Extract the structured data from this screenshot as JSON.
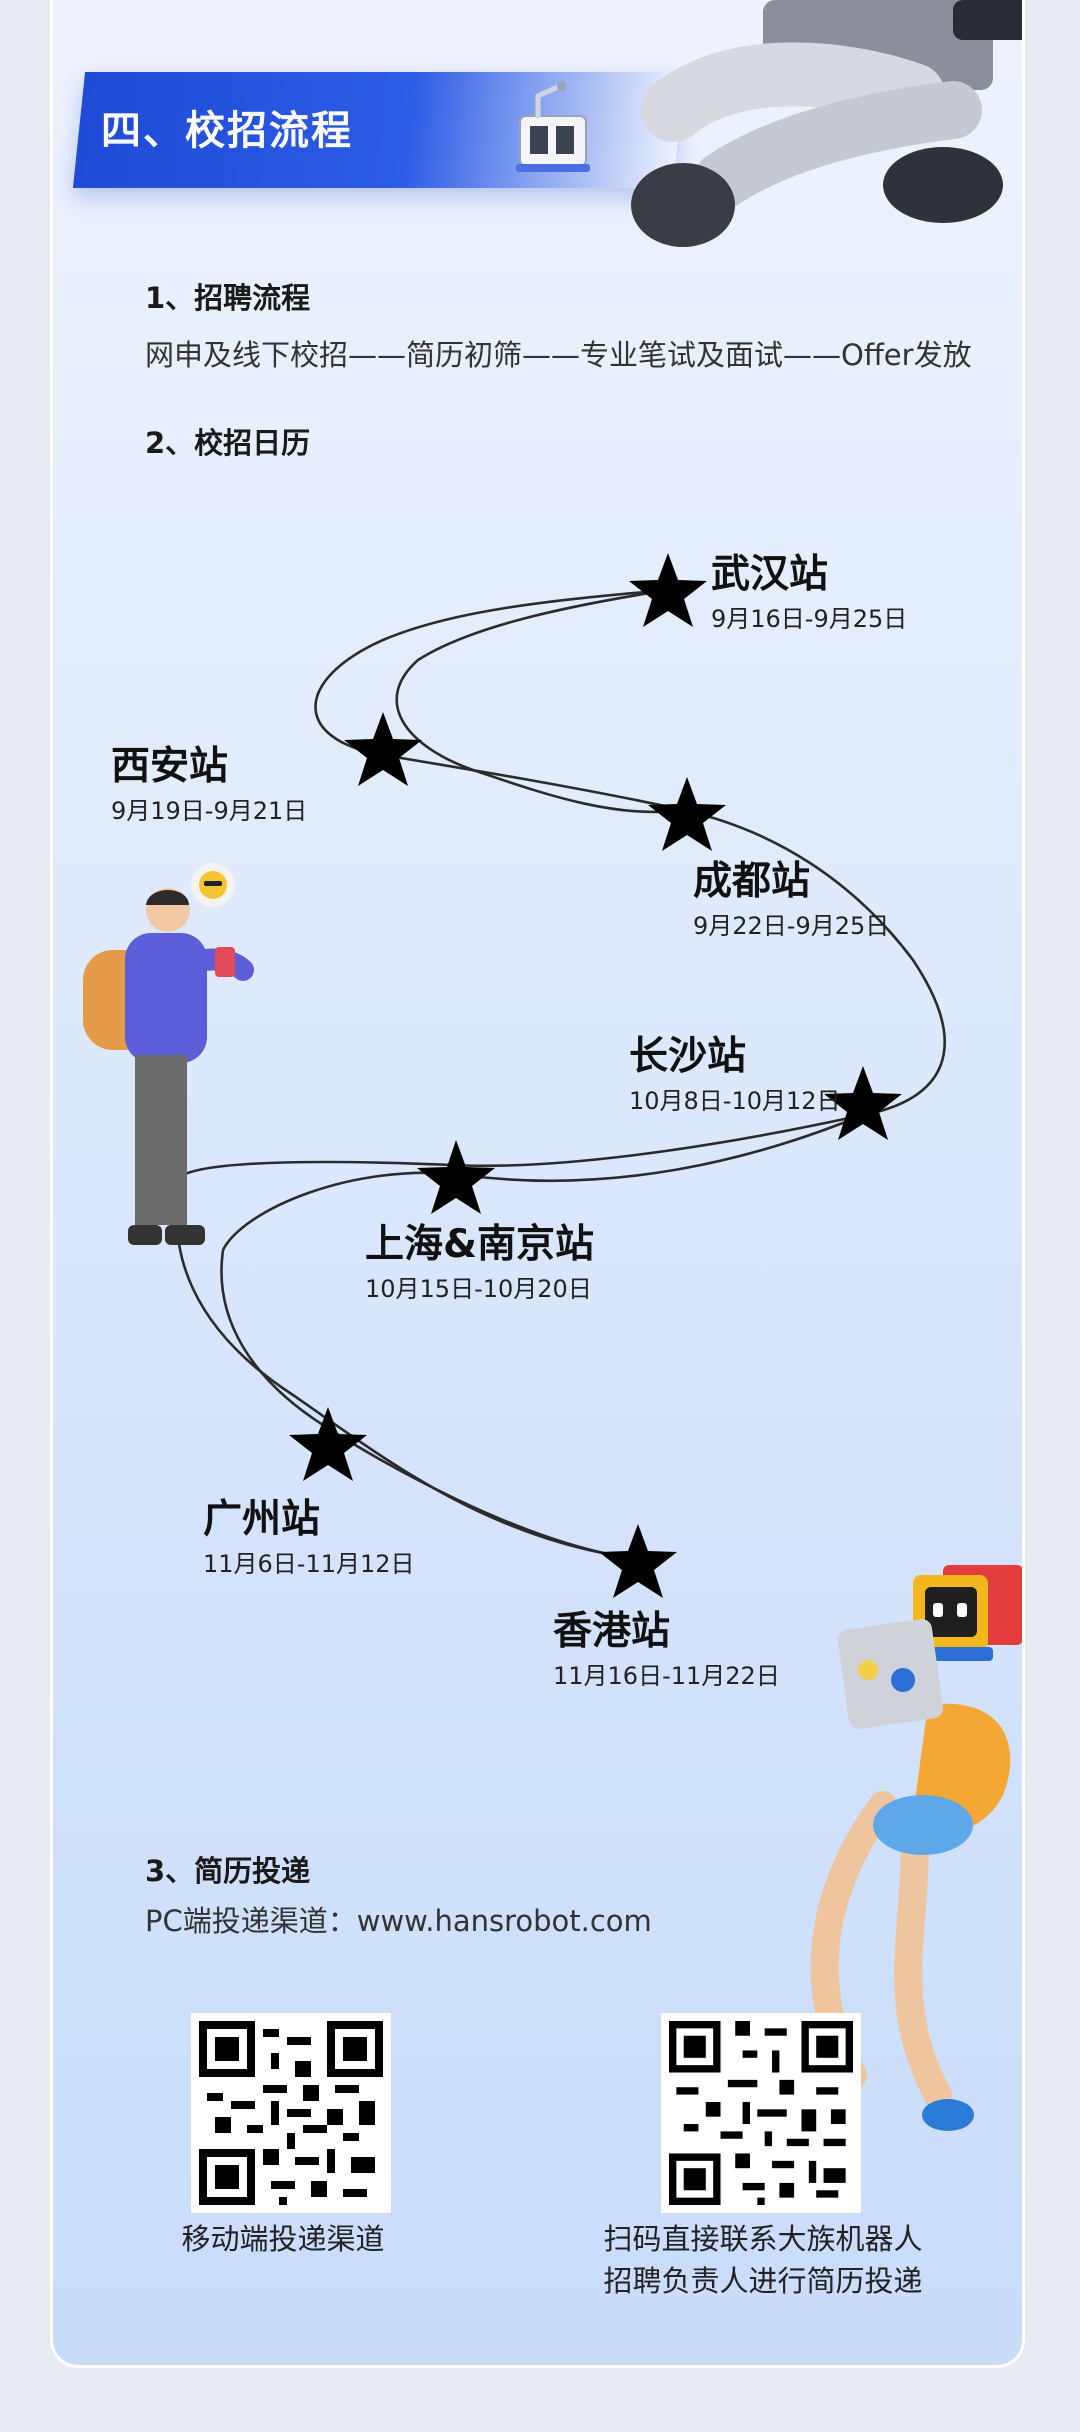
{
  "section": {
    "title": "四、校招流程"
  },
  "recruitment_process": {
    "heading": "1、招聘流程",
    "steps_text": "网申及线下校招——简历初筛——专业笔试及面试——Offer发放"
  },
  "calendar": {
    "heading": "2、校招日历",
    "stations": [
      {
        "city": "武汉站",
        "dates": "9月16日-9月25日"
      },
      {
        "city": "西安站",
        "dates": "9月19日-9月21日"
      },
      {
        "city": "成都站",
        "dates": "9月22日-9月25日"
      },
      {
        "city": "长沙站",
        "dates": "10月8日-10月12日"
      },
      {
        "city": "上海&南京站",
        "dates": "10月15日-10月20日"
      },
      {
        "city": "广州站",
        "dates": "11月6日-11月12日"
      },
      {
        "city": "香港站",
        "dates": "11月16日-11月22日"
      }
    ]
  },
  "resume": {
    "heading": "3、简历投递",
    "pc_channel": "PC端投递渠道：www.hansrobot.com",
    "qr_left_caption": "移动端投递渠道",
    "qr_right_caption_line1": "扫码直接联系大族机器人",
    "qr_right_caption_line2": "招聘负责人进行简历投递"
  },
  "colors": {
    "banner": "#2d5ce6",
    "card_bg": "#dfeafc",
    "path": "#2b2b2b"
  },
  "icons": [
    "robot-machine-icon",
    "star-icon",
    "qr-code-icon"
  ]
}
